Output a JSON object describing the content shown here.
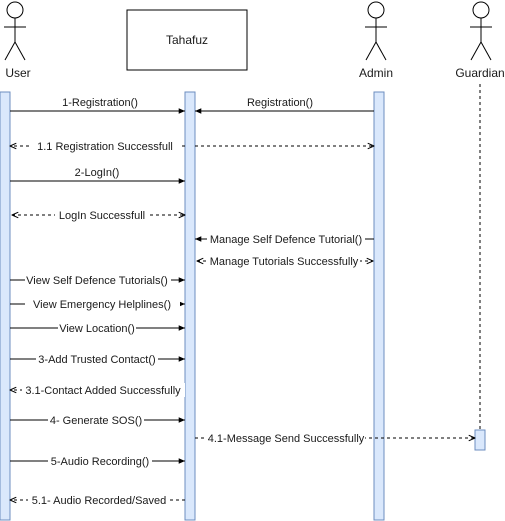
{
  "participants": {
    "user": "User",
    "system": "Tahafuz",
    "admin": "Admin",
    "guardian": "Guardian"
  },
  "messages": [
    {
      "id": "m1",
      "label": "1-Registration()",
      "from": "user",
      "to": "system",
      "style": "solid"
    },
    {
      "id": "m2",
      "label": "Registration()",
      "from": "admin",
      "to": "system",
      "style": "solid"
    },
    {
      "id": "m3",
      "label": "1.1 Registration Successfull",
      "from": "system",
      "to": "user,admin",
      "style": "dashed"
    },
    {
      "id": "m4",
      "label": "2-LogIn()",
      "from": "user",
      "to": "system",
      "style": "solid"
    },
    {
      "id": "m5",
      "label": "LogIn Successfull",
      "from": "system",
      "to": "user",
      "style": "dashed"
    },
    {
      "id": "m6",
      "label": "Manage Self Defence Tutorial()",
      "from": "admin",
      "to": "system",
      "style": "solid"
    },
    {
      "id": "m7",
      "label": "Manage Tutorials Successfully",
      "from": "system",
      "to": "admin",
      "style": "dashed"
    },
    {
      "id": "m8",
      "label": "View Self Defence Tutorials()",
      "from": "user",
      "to": "system",
      "style": "solid"
    },
    {
      "id": "m9",
      "label": "View Emergency Helplines()",
      "from": "user",
      "to": "system",
      "style": "solid"
    },
    {
      "id": "m10",
      "label": "View Location()",
      "from": "user",
      "to": "system",
      "style": "solid"
    },
    {
      "id": "m11",
      "label": "3-Add Trusted Contact()",
      "from": "user",
      "to": "system",
      "style": "solid"
    },
    {
      "id": "m12",
      "label": "3.1-Contact Added Successfully",
      "from": "system",
      "to": "user",
      "style": "dashed"
    },
    {
      "id": "m13",
      "label": "4- Generate SOS()",
      "from": "user",
      "to": "system",
      "style": "solid"
    },
    {
      "id": "m14",
      "label": "4.1-Message Send Successfully",
      "from": "system",
      "to": "guardian",
      "style": "dashed"
    },
    {
      "id": "m15",
      "label": "5-Audio Recording()",
      "from": "user",
      "to": "system",
      "style": "solid"
    },
    {
      "id": "m16",
      "label": "5.1- Audio Recorded/Saved",
      "from": "system",
      "to": "user",
      "style": "dashed"
    }
  ],
  "colors": {
    "activation_fill": "#dae8fc",
    "activation_stroke": "#6c8ebf",
    "line": "#000000"
  }
}
